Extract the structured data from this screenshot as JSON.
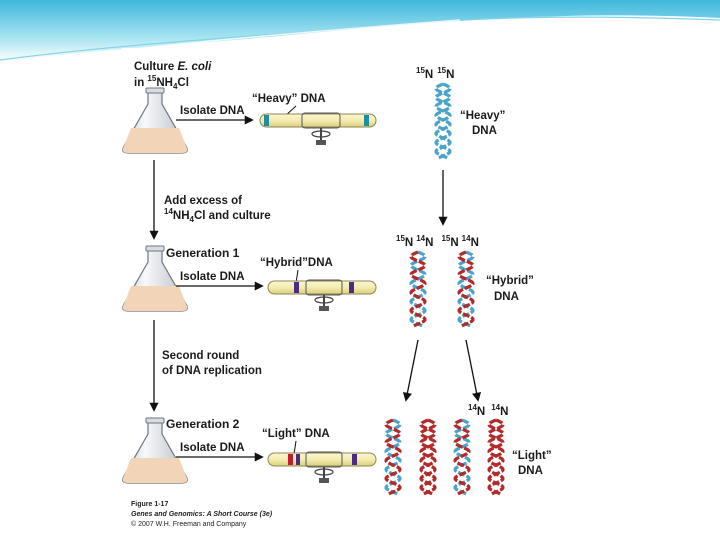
{
  "figure": {
    "step1_culture_prefix": "Culture ",
    "step1_culture_species": "E. coli",
    "step1_in": "in ",
    "isotope_15": "15",
    "isotope_14": "14",
    "compound_nh": "NH",
    "compound_4": "4",
    "compound_cl": "Cl",
    "isolate_dna": "Isolate DNA",
    "heavy_dna_label": "“Heavy” DNA",
    "hybrid_dna_label": "“Hybrid”DNA",
    "light_dna_label": "“Light” DNA",
    "add_excess_line1": "Add excess of",
    "add_excess_line2_suffix": "Cl and culture",
    "generation_1": "Generation 1",
    "generation_2": "Generation 2",
    "second_round_line1": "Second round",
    "second_round_line2": "of DNA replication",
    "element_n": "N",
    "heavy_helix_line1": "“Heavy”",
    "heavy_helix_line2": "DNA",
    "hybrid_helix_line1": "“Hybrid”",
    "hybrid_helix_line2": "DNA",
    "light_helix_line1": "“Light”",
    "light_helix_line2": "DNA"
  },
  "caption": {
    "figure_number": "Figure 1-17",
    "book_title": "Genes and Genomics: A Short Course (3e)",
    "copyright": "© 2007 W.H. Freeman and Company"
  },
  "colors": {
    "heavy_strand": "#4aa3c9",
    "light_strand": "#b32a2a",
    "heavy_band": "#1e8fa0",
    "hybrid_band": "#4b2b84",
    "light_band": "#c01e2e",
    "tube_fill": "#f3ecae",
    "medium": "#f2d5b8",
    "header_wave": "#5ec9e3"
  }
}
